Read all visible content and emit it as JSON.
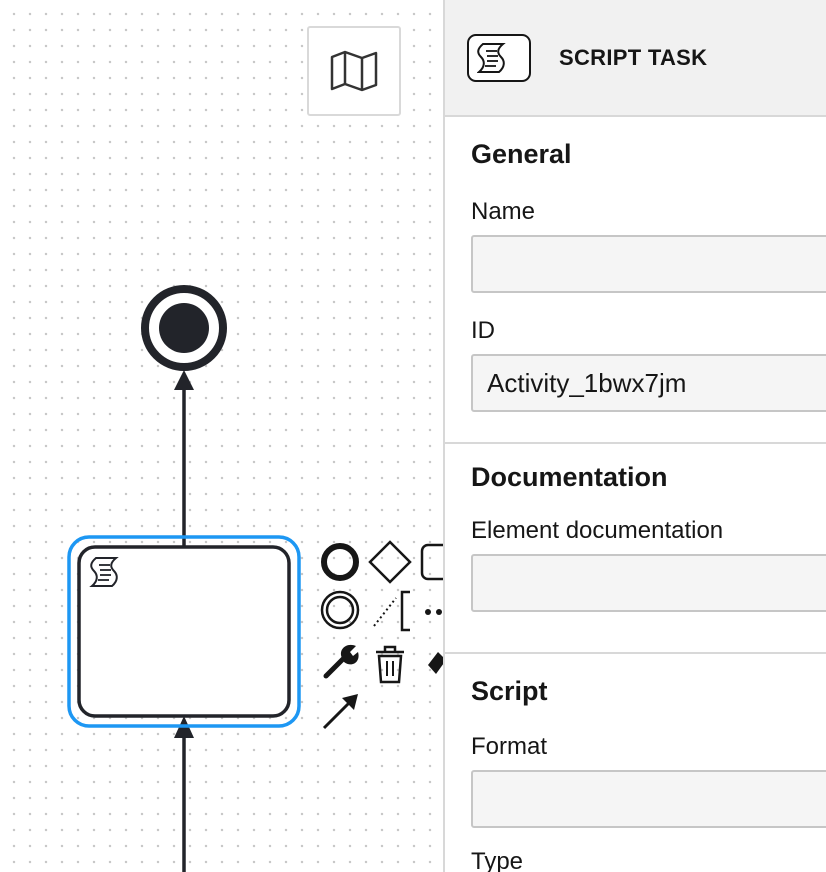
{
  "canvas": {
    "minimap_toggle_icon": "map-icon",
    "selected_element": {
      "type": "script-task",
      "icon": "script-icon",
      "selection_color": "#1d97f3"
    },
    "end_event_icon": "end-event-icon",
    "context_pad": [
      "start-event-icon",
      "gateway-icon",
      "task-icon",
      "intermediate-event-icon",
      "text-annotation-icon",
      "more-icon",
      "change-type-wrench-icon",
      "delete-trash-icon",
      "color-icon",
      "connect-arrow-icon"
    ]
  },
  "panel": {
    "header": {
      "icon": "script-icon",
      "title": "SCRIPT TASK"
    },
    "general": {
      "title": "General",
      "name_label": "Name",
      "name_value": "",
      "id_label": "ID",
      "id_value": "Activity_1bwx7jm"
    },
    "documentation": {
      "title": "Documentation",
      "element_doc_label": "Element documentation",
      "element_doc_value": ""
    },
    "script": {
      "title": "Script",
      "format_label": "Format",
      "format_value": "",
      "type_label": "Type"
    }
  }
}
